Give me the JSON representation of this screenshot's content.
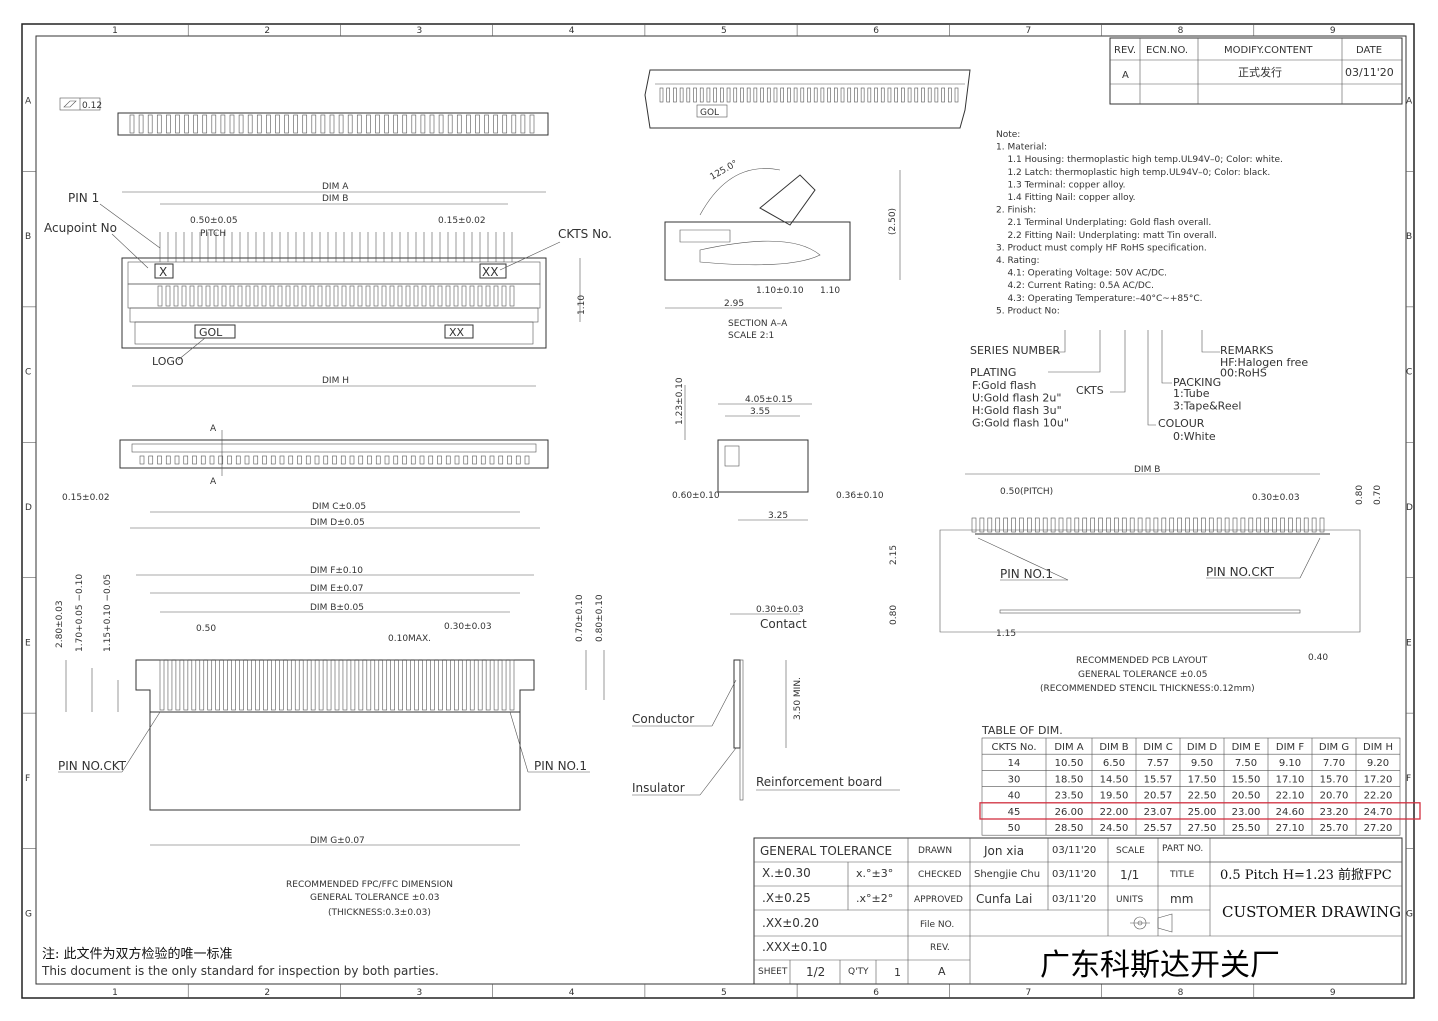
{
  "border": {
    "col_labels": [
      "1",
      "2",
      "3",
      "4",
      "5",
      "6",
      "7",
      "8",
      "9"
    ],
    "row_labels": [
      "A",
      "B",
      "C",
      "D",
      "E",
      "F",
      "G"
    ]
  },
  "revision": {
    "headers": [
      "REV.",
      "ECN.NO.",
      "MODIFY.CONTENT",
      "DATE"
    ],
    "rows": [
      [
        "A",
        "",
        "正式发行",
        "03/11'20"
      ]
    ]
  },
  "top_view": {
    "flatness": "0.12",
    "pin1": "PIN 1",
    "acupoint": "Acupoint No",
    "ckts": "CKTS  No.",
    "logo_label": "LOGO",
    "dim_a": "DIM A",
    "dim_b": "DIM B",
    "pitch_val": "0.50±0.05",
    "pitch": "PITCH",
    "pin_w": "0.15±0.02",
    "h110": "1.10",
    "dim_h": "DIM H",
    "x_mark": "X",
    "xx_mark": "XX",
    "gol": "GOL"
  },
  "front_view": {
    "a_mark": "A",
    "pin_w": "0.15±0.02",
    "dim_c": "DIM C±0.05",
    "dim_d": "DIM D±0.05"
  },
  "section": {
    "angle": "125.0°",
    "d250": "(2.50)",
    "d295": "2.95",
    "d110a": "1.10±0.10",
    "d110b": "1.10",
    "title": "SECTION  A–A",
    "scale": "SCALE    2:1"
  },
  "side_view": {
    "d123": "1.23±0.10",
    "d405": "4.05±0.15",
    "d355": "3.55",
    "d060": "0.60±0.10",
    "d036": "0.36±0.10",
    "d325": "3.25"
  },
  "notes": {
    "lines": [
      "Note:",
      "1. Material:",
      "  1.1 Housing: thermoplastic high temp.UL94V–0; Color: white.",
      "  1.2 Latch: thermoplastic high temp.UL94V–0; Color: black.",
      "  1.3 Terminal: copper alloy.",
      "  1.4 Fitting Nail: copper alloy.",
      "2. Finish:",
      "  2.1 Terminal Underplating: Gold flash overall.",
      "  2.2 Fitting Nail: Underplating: matt Tin overall.",
      "3. Product must comply HF RoHS specification.",
      "4. Rating:",
      "  4.1: Operating Voltage: 50V AC/DC.",
      "  4.2: Current Rating: 0.5A AC/DC.",
      "  4.3: Operating Temperature:–40°C~+85°C.",
      "5. Product No:"
    ]
  },
  "product_code": {
    "series": "SERIES NUMBER",
    "plating": "PLATING",
    "plating_opts": [
      "F:Gold flash",
      "U:Gold flash 2u\"",
      "H:Gold flash 3u\"",
      "G:Gold flash 10u\""
    ],
    "ckts": "CKTS",
    "remarks": "REMARKS",
    "remarks_opts": [
      "HF:Halogen free",
      "00:RoHS"
    ],
    "packing": "PACKING",
    "packing_opts": [
      "1:Tube",
      "3:Tape&Reel"
    ],
    "colour": "COLOUR",
    "colour_opts": [
      "0:White"
    ]
  },
  "pcb_layout": {
    "dim_b": "DIM B",
    "pitch": "0.50(PITCH)",
    "pad_w": "0.30±0.03",
    "h080": "0.80",
    "h070": "0.70",
    "h215": "2.15",
    "h080b": "0.80",
    "w115": "1.15",
    "w040": "0.40",
    "pin1": "PIN NO.1",
    "pinckt": "PIN NO.CKT",
    "title": "RECOMMENDED PCB LAYOUT",
    "tol": "GENERAL TOLERANCE ±0.05",
    "stencil": "(RECOMMENDED STENCIL THICKNESS:0.12mm)"
  },
  "fpc": {
    "dim_f": "DIM F±0.10",
    "dim_e": "DIM E±0.07",
    "dim_b": "DIM B±0.05",
    "d050": "0.50",
    "d010": "0.10MAX.",
    "d030": "0.30±0.03",
    "d280": "2.80±0.03",
    "d170": "1.70+0.05 −0.10",
    "d115": "1.15+0.10 −0.05",
    "d070": "0.70±0.10",
    "d080": "0.80±0.10",
    "pinckt": "PIN NO.CKT",
    "pin1": "PIN NO.1",
    "dim_g": "DIM G±0.07",
    "title": "RECOMMENDED FPC/FFC DIMENSION",
    "tol": "GENERAL TOLERANCE ±0.03",
    "thick": "(THICKNESS:0.3±0.03)"
  },
  "fpc_side": {
    "d030": "0.30±0.03",
    "contact": "Contact",
    "conductor": "Conductor",
    "insulator": "Insulator",
    "reinforce": "Reinforcement board",
    "d350": "3.50 MIN."
  },
  "dim_table": {
    "title": "TABLE OF DIM.",
    "headers": [
      "CKTS No.",
      "DIM A",
      "DIM B",
      "DIM C",
      "DIM D",
      "DIM E",
      "DIM F",
      "DIM G",
      "DIM H"
    ],
    "rows": [
      [
        "14",
        "10.50",
        "6.50",
        "7.57",
        "9.50",
        "7.50",
        "9.10",
        "7.70",
        "9.20"
      ],
      [
        "30",
        "18.50",
        "14.50",
        "15.57",
        "17.50",
        "15.50",
        "17.10",
        "15.70",
        "17.20"
      ],
      [
        "40",
        "23.50",
        "19.50",
        "20.57",
        "22.50",
        "20.50",
        "22.10",
        "20.70",
        "22.20"
      ],
      [
        "45",
        "26.00",
        "22.00",
        "23.07",
        "25.00",
        "23.00",
        "24.60",
        "23.20",
        "24.70"
      ],
      [
        "50",
        "28.50",
        "24.50",
        "25.57",
        "27.50",
        "25.50",
        "27.10",
        "25.70",
        "27.20"
      ]
    ],
    "highlight_color": "#d23040"
  },
  "title_block": {
    "gen_tol": "GENERAL  TOLERANCE",
    "tol_rows": [
      [
        "X.±0.30",
        "x.°±3°"
      ],
      [
        ".X±0.25",
        ".x°±2°"
      ],
      [
        ".XX±0.20",
        ""
      ],
      [
        ".XXX±0.10",
        ""
      ]
    ],
    "drawn": "DRAWN",
    "drawn_name": "Jon  xia",
    "drawn_date": "03/11'20",
    "checked": "CHECKED",
    "checked_name": "Shengjie  Chu",
    "checked_date": "03/11'20",
    "approved": "APPROVED",
    "approved_name": "Cunfa  Lai",
    "approved_date": "03/11'20",
    "file_no": "File  NO.",
    "rev": "REV.",
    "rev_val": "A",
    "scale": "SCALE",
    "scale_val": "1/1",
    "units": "UNITS",
    "units_val": "mm",
    "part_no": "PART  NO.",
    "title": "TITLE",
    "title_val": "0.5 Pitch H=1.23 前掀FPC",
    "customer": "CUSTOMER DRAWING",
    "company": "广东科斯达开关厂",
    "sheet": "SHEET",
    "sheet_val": "1/2",
    "qty": "Q'TY",
    "qty_val": "1"
  },
  "footer": {
    "note_cn": "注: 此文件为双方检验的唯一标准",
    "note_en": "This document is the only standard for inspection by both parties."
  }
}
